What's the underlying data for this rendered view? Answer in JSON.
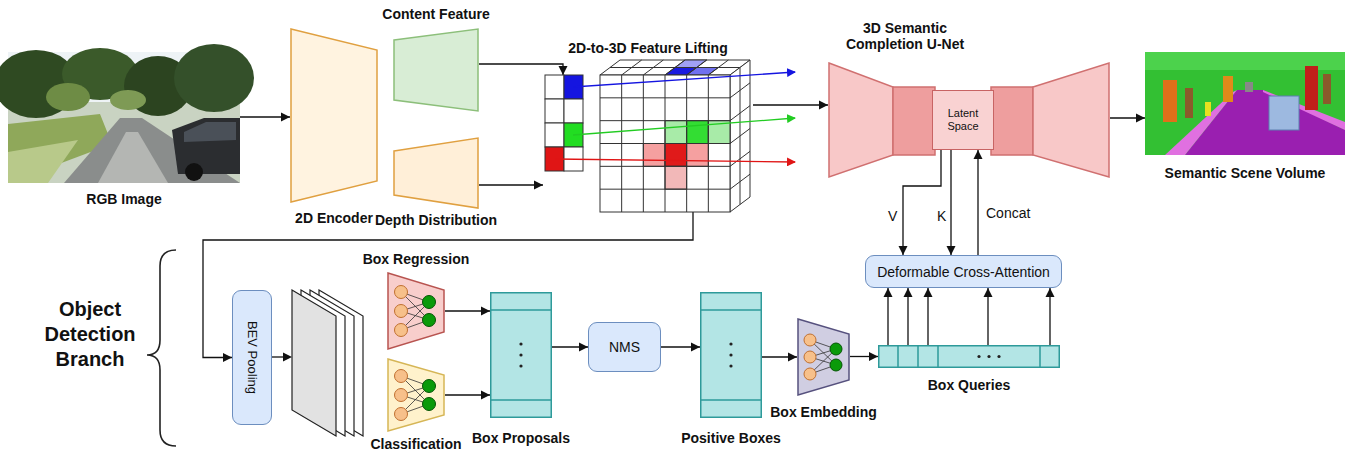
{
  "diagram": {
    "nodes": [
      {
        "text": [
          "RGB Image"
        ]
      },
      {
        "text": [
          "2D Encoder"
        ]
      },
      {
        "text": [
          "Content Feature"
        ]
      },
      {
        "text": [
          "Depth Distribution"
        ]
      },
      {
        "text": [
          "2D-to-3D Feature Lifting"
        ]
      },
      {
        "text": [
          "3D Semantic Completion U-Net"
        ]
      },
      {
        "text": [
          "Latent Space"
        ],
        "in": 5
      },
      {
        "text": [
          "Semantic Scene Volume"
        ]
      },
      {
        "text": [
          "Deformable Cross-Attention"
        ]
      },
      {
        "text": [
          "BEV Pooling"
        ]
      },
      {
        "text": [
          "Box Regression"
        ]
      },
      {
        "text": [
          "Classification"
        ]
      },
      {
        "text": [
          "Box Proposals"
        ]
      },
      {
        "text": [
          "NMS"
        ]
      },
      {
        "text": [
          "Positive Boxes"
        ]
      },
      {
        "text": [
          "Box Embedding"
        ]
      },
      {
        "text": [
          "Box Queries"
        ]
      }
    ],
    "edges": [
      {
        "from": 0,
        "to": 1,
        "arrow": "to"
      },
      {
        "from": 2,
        "to": 4,
        "arrow": "to"
      },
      {
        "from": 3,
        "to": 4,
        "arrow": "to"
      },
      {
        "from": 4,
        "to": 5,
        "arrow": "to"
      },
      {
        "from": 5,
        "to": 7,
        "arrow": "to"
      },
      {
        "from": 4,
        "to": 9,
        "arrow": "to"
      },
      {
        "from": 6,
        "to": 8,
        "label": "V",
        "arrow": "to"
      },
      {
        "from": 6,
        "to": 8,
        "label": "K",
        "arrow": "to"
      },
      {
        "from": 8,
        "to": 6,
        "label": "Concat",
        "arrow": "to"
      },
      {
        "from": 10,
        "to": 12,
        "arrow": "to"
      },
      {
        "from": 11,
        "to": 12,
        "arrow": "to"
      },
      {
        "from": 12,
        "to": 13,
        "arrow": "to"
      },
      {
        "from": 13,
        "to": 14,
        "arrow": "to"
      },
      {
        "from": 14,
        "to": 15,
        "arrow": "to"
      },
      {
        "from": 15,
        "to": 16,
        "arrow": "to"
      },
      {
        "from": 16,
        "to": 8,
        "arrow": "to"
      },
      {
        "from": 16,
        "to": 8,
        "arrow": "to"
      },
      {
        "from": 16,
        "to": 8,
        "arrow": "to"
      },
      {
        "from": 16,
        "to": 8,
        "arrow": "to"
      },
      {
        "from": 16,
        "to": 8,
        "arrow": "to"
      }
    ],
    "labels": [
      "Object Detection Branch"
    ]
  }
}
